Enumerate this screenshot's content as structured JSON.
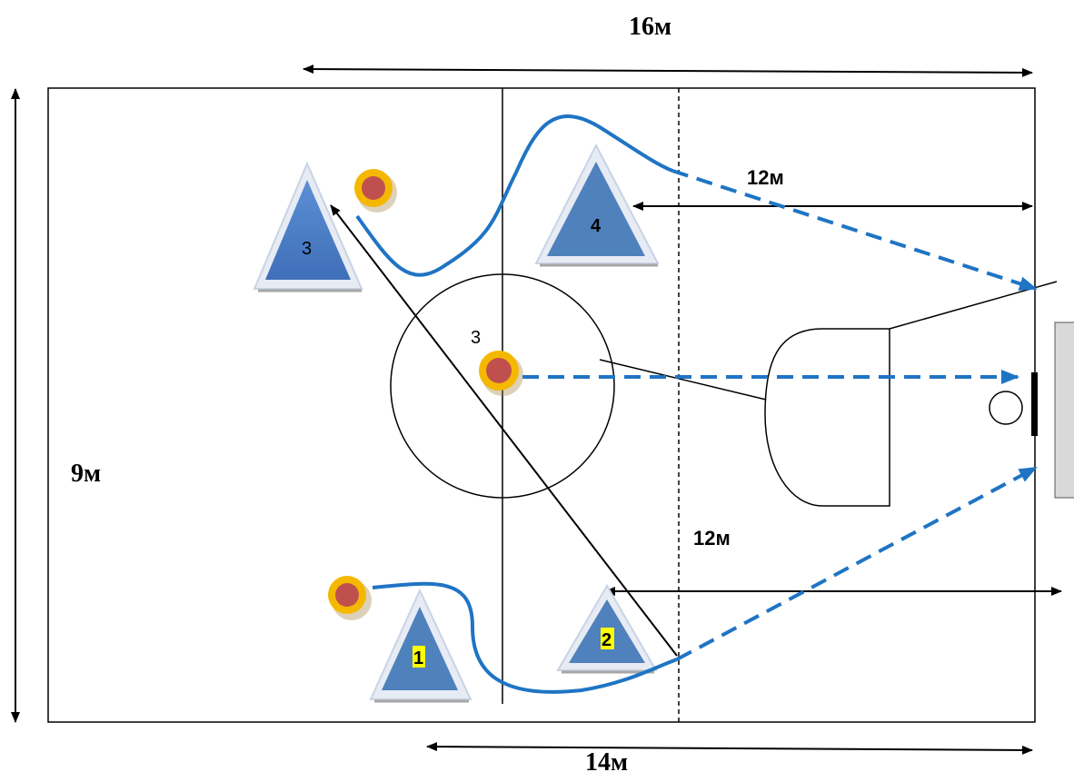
{
  "dimensions": {
    "top_width": "16м",
    "side_height": "9м",
    "bottom_width": "14м",
    "upper_distance": "12м",
    "lower_distance": "12м"
  },
  "markers": {
    "cone_1": "1",
    "cone_2": "2",
    "cone_3": "3",
    "cone_4": "4",
    "center_player": "3"
  },
  "colors": {
    "pass_line": "#1f74c4",
    "cone_dark": "#4472c4",
    "cone_light": "#4f81bd",
    "player_outer": "#f5b800",
    "player_inner": "#c0504d",
    "number_highlight": "#ffff00",
    "goal_area": "#d9d9d9"
  }
}
